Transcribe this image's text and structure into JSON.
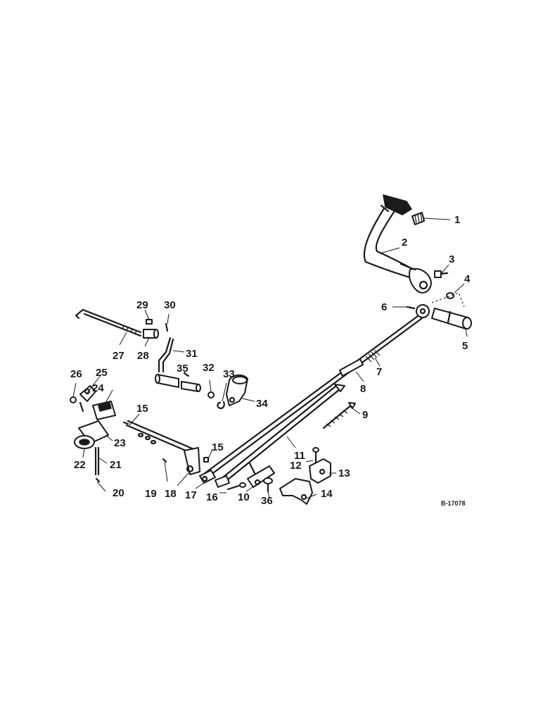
{
  "drawing": {
    "code": "B-17078",
    "callouts": [
      "1",
      "2",
      "3",
      "4",
      "5",
      "6",
      "7",
      "8",
      "9",
      "10",
      "11",
      "12",
      "13",
      "14",
      "15",
      "15",
      "16",
      "17",
      "18",
      "19",
      "20",
      "21",
      "22",
      "23",
      "24",
      "25",
      "26",
      "27",
      "28",
      "29",
      "30",
      "31",
      "32",
      "33",
      "34",
      "35",
      "36"
    ]
  },
  "colors": {
    "ink": "#1a1a1a",
    "paper": "#ffffff"
  }
}
